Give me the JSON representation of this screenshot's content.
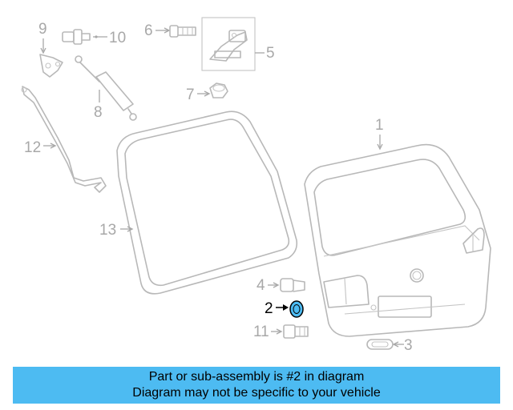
{
  "diagram": {
    "callouts": {
      "c1": "1",
      "c2": "2",
      "c3": "3",
      "c4": "4",
      "c5": "5",
      "c6": "6",
      "c7": "7",
      "c8": "8",
      "c9": "9",
      "c10": "10",
      "c11": "11",
      "c12": "12",
      "c13": "13"
    },
    "highlighted_part": "2",
    "colors": {
      "line_art": "#b8b8b8",
      "highlight_fill": "#4dbbf2",
      "banner_bg": "#4dbbf2"
    }
  },
  "banner": {
    "line1": "Part or sub-assembly is #2 in diagram",
    "line2": "Diagram may not be specific to your vehicle"
  }
}
